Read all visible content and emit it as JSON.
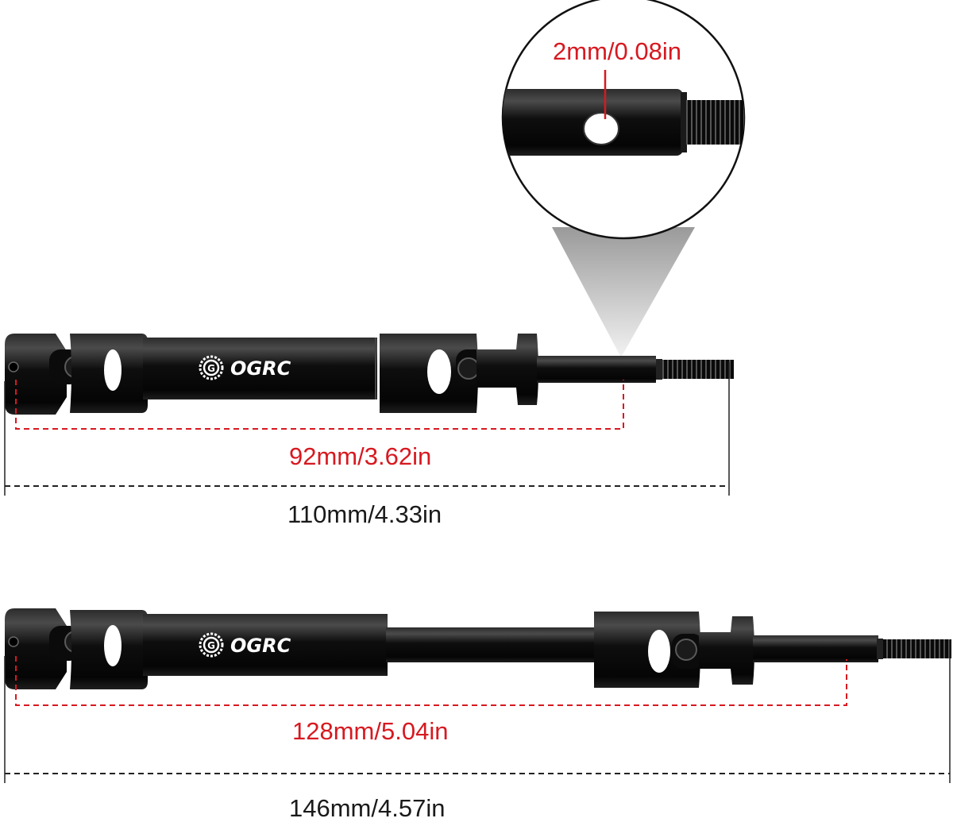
{
  "brand": {
    "logo_text": "OGRC",
    "logo_icon": "gear-g-icon"
  },
  "colors": {
    "metal": "#0d0d0d",
    "metal_highlight": "#4a4a4a",
    "dimension_red": "#d71920",
    "dimension_black": "#222222",
    "callout_cone": "#c8c8c8"
  },
  "callout": {
    "label": "2mm/0.08in"
  },
  "shaft_short": {
    "inner_dimension": "92mm/3.62in",
    "overall_dimension": "110mm/4.33in"
  },
  "shaft_long": {
    "inner_dimension": "128mm/5.04in",
    "overall_dimension": "146mm/4.57in"
  }
}
